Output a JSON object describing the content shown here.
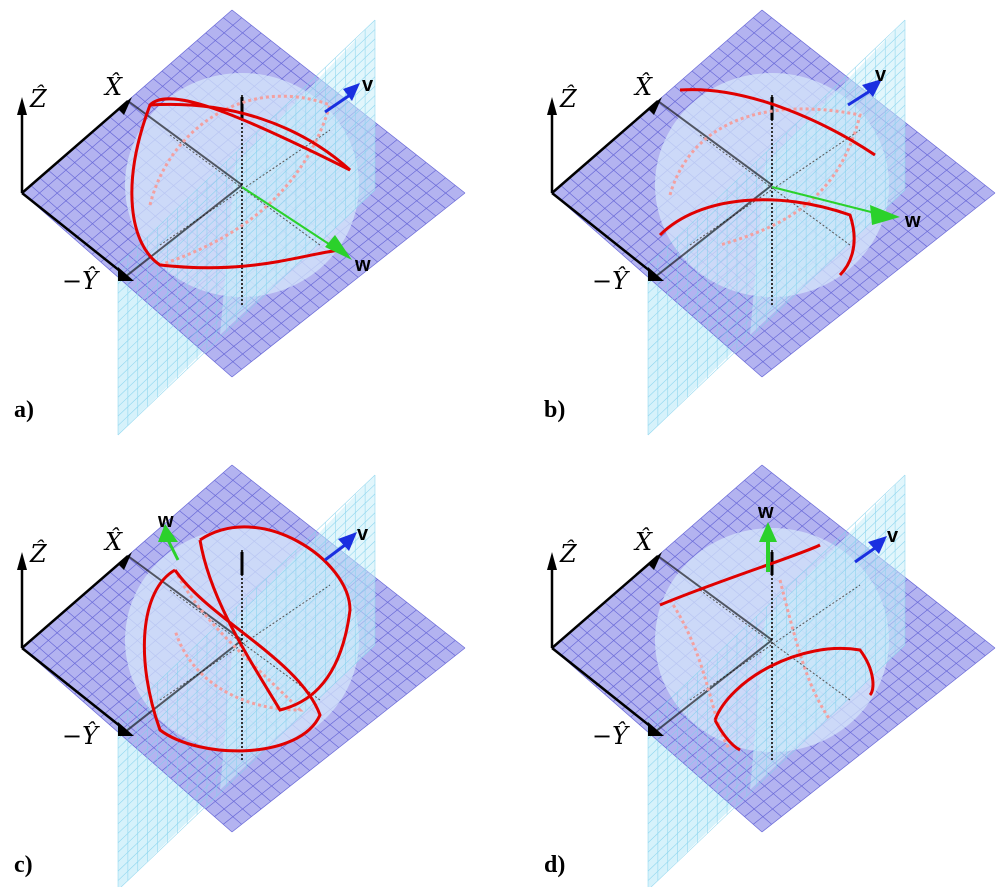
{
  "figure": {
    "panels": [
      {
        "id": "a",
        "label": "a)",
        "curve": "a",
        "v_label": "v",
        "w_label": "w",
        "axis_labels": {
          "z": "Ẑ",
          "x": "X̂",
          "y": "−Ŷ"
        }
      },
      {
        "id": "b",
        "label": "b)",
        "curve": "b",
        "v_label": "v",
        "w_label": "w",
        "axis_labels": {
          "z": "Ẑ",
          "x": "X̂",
          "y": "−Ŷ"
        }
      },
      {
        "id": "c",
        "label": "c)",
        "curve": "c",
        "v_label": "v",
        "w_label": "w",
        "axis_labels": {
          "z": "Ẑ",
          "x": "X̂",
          "y": "−Ŷ"
        }
      },
      {
        "id": "d",
        "label": "d)",
        "curve": "d",
        "v_label": "v",
        "w_label": "w",
        "axis_labels": {
          "z": "Ẑ",
          "x": "X̂",
          "y": "−Ŷ"
        }
      }
    ],
    "colors": {
      "horizontal_plane": "#b3b3f0",
      "horizontal_grid": "#6a6ad8",
      "vertical_plane": "#c8eefa",
      "vertical_grid": "#7fd0ec",
      "sphere": "#d4e6fb",
      "curve": "#e00000",
      "curve_back": "#f3a0a0",
      "v_arrow": "#1a2fe0",
      "w_arrow": "#2bd12b",
      "axes": "#000000"
    }
  }
}
